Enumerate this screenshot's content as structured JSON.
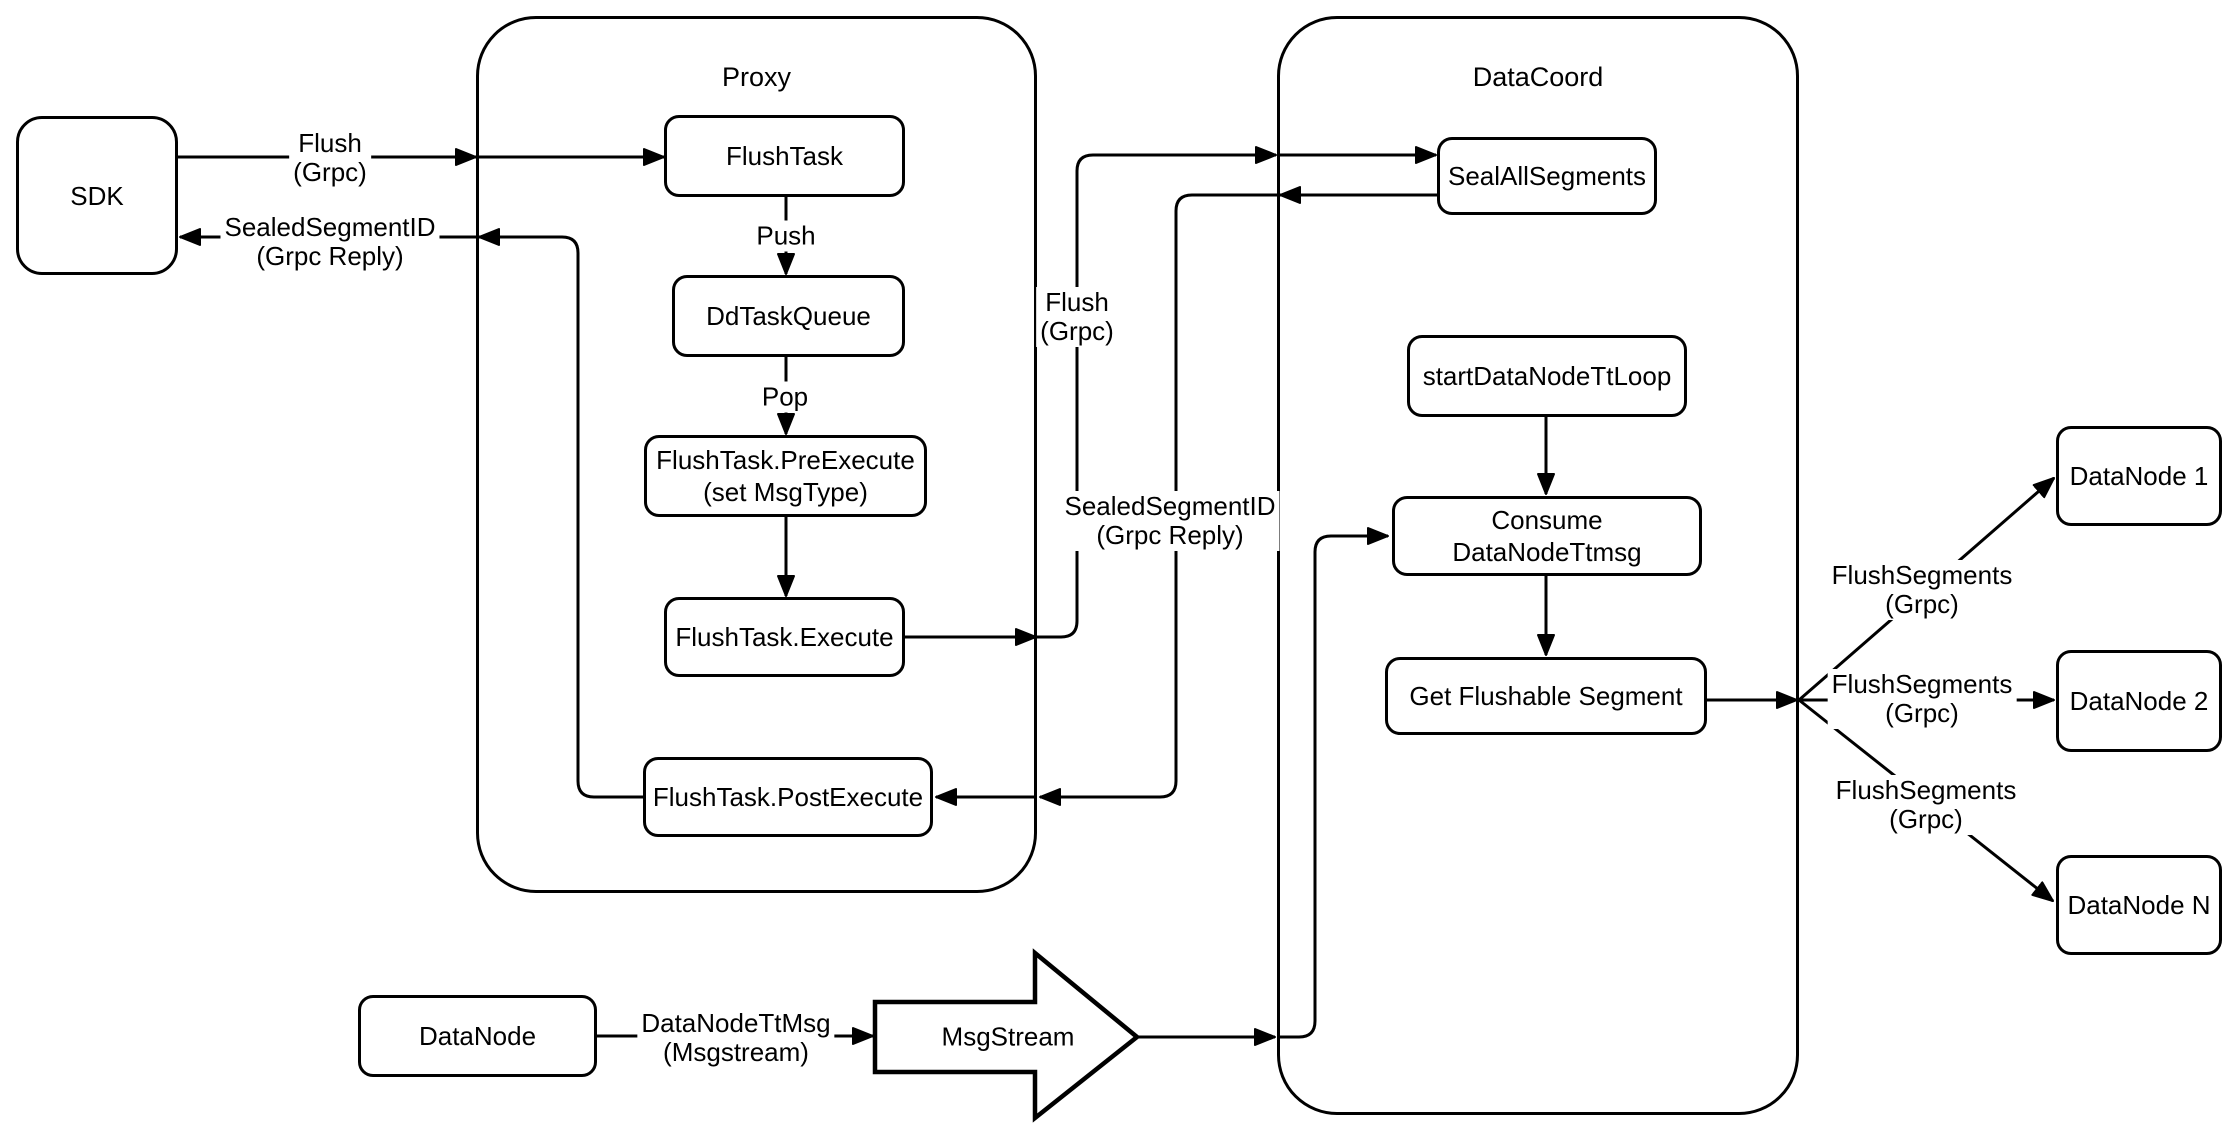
{
  "containers": {
    "proxy": "Proxy",
    "datacoord": "DataCoord"
  },
  "nodes": {
    "sdk": "SDK",
    "flush_task": "FlushTask",
    "dd_task_queue": "DdTaskQueue",
    "pre_execute_line1": "FlushTask.PreExecute",
    "pre_execute_line2": "(set MsgType)",
    "execute": "FlushTask.Execute",
    "post_execute": "FlushTask.PostExecute",
    "seal_all_segments": "SealAllSegments",
    "start_data_node_tt_loop": "startDataNodeTtLoop",
    "consume_data_node_ttmsg": "Consume DataNodeTtmsg",
    "get_flushable_segment": "Get Flushable Segment",
    "data_node_source": "DataNode",
    "msg_stream": "MsgStream",
    "data_nodes": [
      "DataNode 1",
      "DataNode 2",
      "DataNode N"
    ]
  },
  "edge_labels": {
    "flush": {
      "line1": "Flush",
      "line2": "(Grpc)"
    },
    "sealed_segment_id": {
      "line1": "SealedSegmentID",
      "line2": "(Grpc Reply)"
    },
    "push": "Push",
    "pop": "Pop",
    "flush_segments": {
      "line1": "FlushSegments",
      "line2": "(Grpc)"
    },
    "data_node_tt_msg": {
      "line1": "DataNodeTtMsg",
      "line2": "(Msgstream)"
    }
  },
  "colors": {
    "stroke": "#000000",
    "background": "#ffffff"
  }
}
